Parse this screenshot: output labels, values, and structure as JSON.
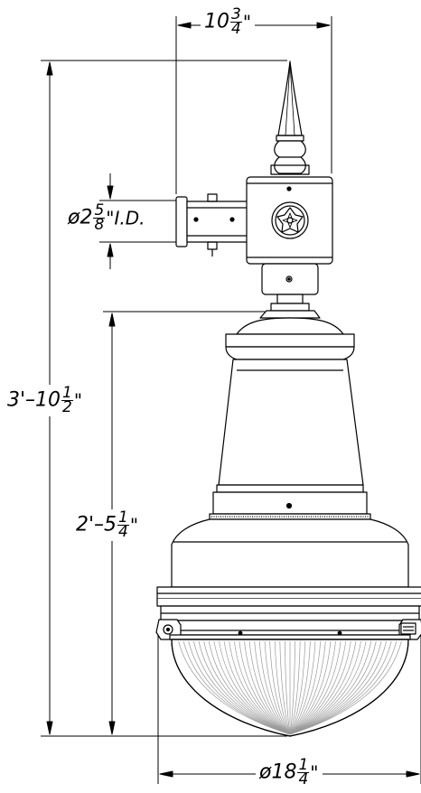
{
  "dimensions": {
    "top_width": {
      "whole": "10",
      "num": "3",
      "den": "4",
      "unit": "\""
    },
    "arm_diameter": {
      "prefix": "ø",
      "whole": "2",
      "num": "5",
      "den": "8",
      "unit": "\"I.D."
    },
    "total_height": {
      "whole": "3'–10",
      "num": "1",
      "den": "2",
      "unit": "\""
    },
    "body_height": {
      "whole": "2'–5",
      "num": "1",
      "den": "4",
      "unit": "\""
    },
    "bottom_diameter": {
      "prefix": "ø",
      "whole": "18",
      "num": "1",
      "den": "4",
      "unit": "\""
    }
  },
  "colors": {
    "line": "#000000",
    "background": "#ffffff",
    "globe_hatch": "#9a9a9a"
  }
}
